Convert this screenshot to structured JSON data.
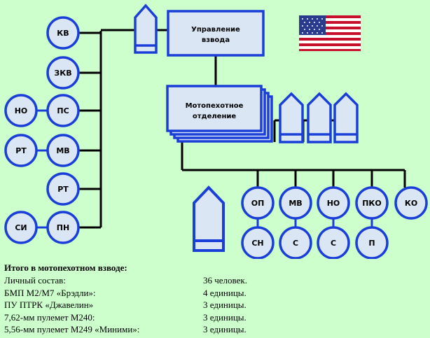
{
  "hq": {
    "label_line1": "Управление",
    "label_line2": "взвода"
  },
  "squad": {
    "label_line1": "Мотопехотное",
    "label_line2": "отделение"
  },
  "left_column": {
    "main": [
      "КВ",
      "ЗКВ",
      "ПС",
      "МВ",
      "РТ",
      "ПН"
    ],
    "side": [
      "НО",
      "РТ",
      "СИ"
    ]
  },
  "team_top": [
    "ОП",
    "МВ",
    "НО",
    "ПКО",
    "КО"
  ],
  "team_bottom": [
    "СН",
    "С",
    "С",
    "П"
  ],
  "colors": {
    "background": "#ccffcc",
    "stroke": "#1a3fd8",
    "fill": "#dbe6f5",
    "line": "#000000"
  },
  "flag": "us-flag-icon",
  "summary": {
    "title": "Итого в мотопехотном взводе:",
    "rows": [
      {
        "label": "Личный состав:",
        "value": "36 человек."
      },
      {
        "label": "БМП М2/М7 «Брэдли»:",
        "value": "4 единицы."
      },
      {
        "label": "ПУ ПТРК «Джавелин»",
        "value": "3 единицы."
      },
      {
        "label": "7,62-мм пулемет М240:",
        "value": "3 единицы."
      },
      {
        "label": "5,56-мм пулемет М249 «Миними»:",
        "value": "3 единицы."
      }
    ]
  }
}
